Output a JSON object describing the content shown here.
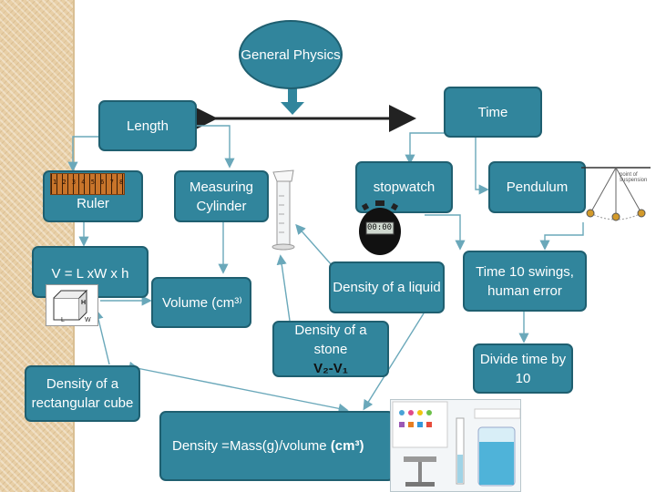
{
  "nodes": {
    "general_physics": "General Physics",
    "time": "Time",
    "length": "Length",
    "ruler": "Ruler",
    "measuring_cylinder": "Measuring Cylinder",
    "stopwatch": "stopwatch",
    "pendulum": "Pendulum",
    "volume_formula": "V = L xW x h",
    "volume_unit": "Volume (cm³⁾",
    "density_liquid": "Density of a liquid",
    "time_swings": "Time 10 swings, human error",
    "density_stone_line1": "Density of a stone",
    "density_stone_formula": "V₂-V₁",
    "divide_time": "Divide time by 10",
    "density_cube": "Density of a rectangular cube",
    "density_formula_prefix": "Density =Mass(g)/volume ",
    "density_formula_unit": "(cm³)"
  },
  "images": {
    "ruler_numbers": "1 2 3 4 5 6 7 8",
    "cube_label_h": "H",
    "cube_label_l": "L",
    "cube_label_w": "W",
    "stopwatch_display": "00:00",
    "pendulum_caption": "point of suspension"
  },
  "colors": {
    "node_fill": "#31859c",
    "node_border": "#1f5f70",
    "arrow": "#6aa8ba"
  }
}
